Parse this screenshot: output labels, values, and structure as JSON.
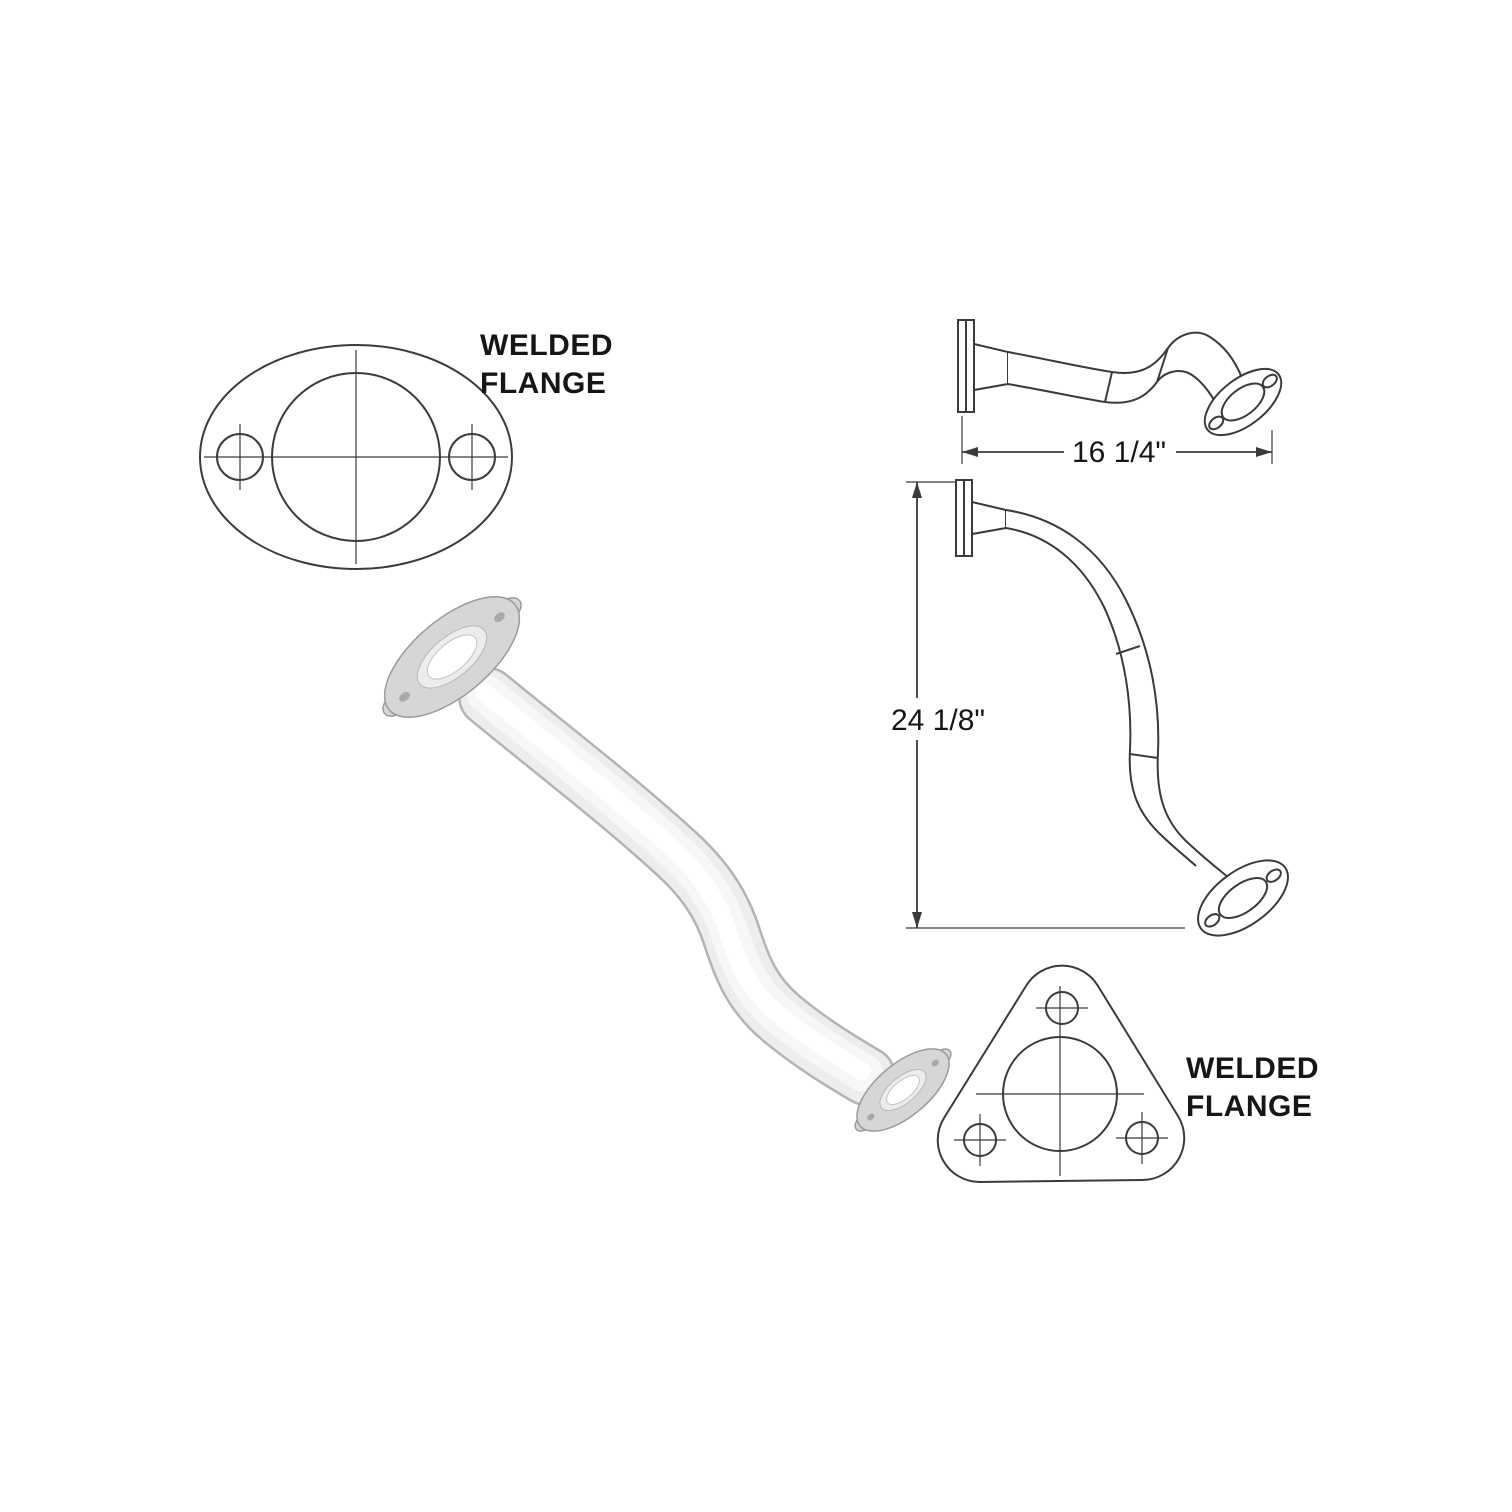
{
  "page": {
    "background": "#ffffff"
  },
  "colors": {
    "line": "#3b3b3b",
    "text": "#161616",
    "pipe_outline": "#b4b4b4",
    "pipe_body": "#ededed",
    "pipe_mid": "#f7f7f7",
    "pipe_highlight": "#ffffff",
    "flange_face": "#d6d6d6",
    "flange_ring": "#ececec",
    "flange_hole": "#ffffff"
  },
  "annotations": {
    "flange_label_top": {
      "line1": "WELDED",
      "line2": "FLANGE"
    },
    "flange_label_bottom": {
      "line1": "WELDED",
      "line2": "FLANGE"
    },
    "dim_width": "16 1/4\"",
    "dim_height": "24 1/8\""
  }
}
